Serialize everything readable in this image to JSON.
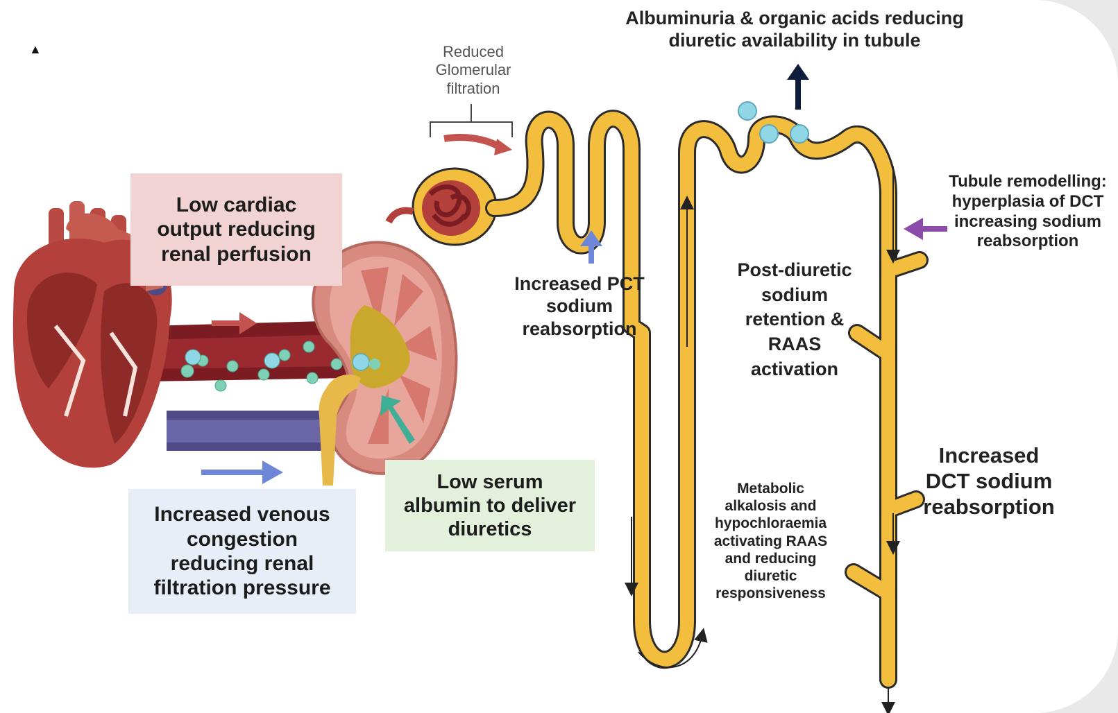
{
  "labels": {
    "low_cardiac": "Low cardiac output  reducing renal perfusion",
    "venous_congestion": "Increased venous congestion reducing renal filtration pressure",
    "low_albumin": "Low serum albumin to deliver diuretics",
    "reduced_gfr": "Reduced Glomerular filtration",
    "pct_reabsorption": "Increased PCT sodium reabsorption",
    "albuminuria": "Albuminuria & organic acids reducing diuretic availability in tubule",
    "post_diuretic": "Post-diuretic sodium retention & RAAS activation",
    "metabolic_alkalosis": "Metabolic alkalosis and hypochloraemia activating RAAS and reducing diuretic responsiveness",
    "tubule_remodelling": "Tubule remodelling: hyperplasia of DCT increasing sodium reabsorption",
    "dct_reabsorption": "Increased DCT sodium reabsorption"
  },
  "colors": {
    "tubule": "#f3bd3d",
    "tubule_outline": "#2b2b2b",
    "heart": "#b3403a",
    "artery": "#7a1c22",
    "vein": "#4f4a86",
    "particle": "#7fd0b4",
    "arrow_red": "#c4534f",
    "arrow_blue": "#6d86d8",
    "arrow_green": "#3fae97",
    "arrow_purple": "#8a4ca8",
    "arrow_navy": "#0f1d3d"
  },
  "icons": [
    "heart-illustration",
    "kidney-illustration",
    "glomerulus-illustration",
    "nephron-tubule-illustration",
    "collapse-triangle-icon"
  ]
}
